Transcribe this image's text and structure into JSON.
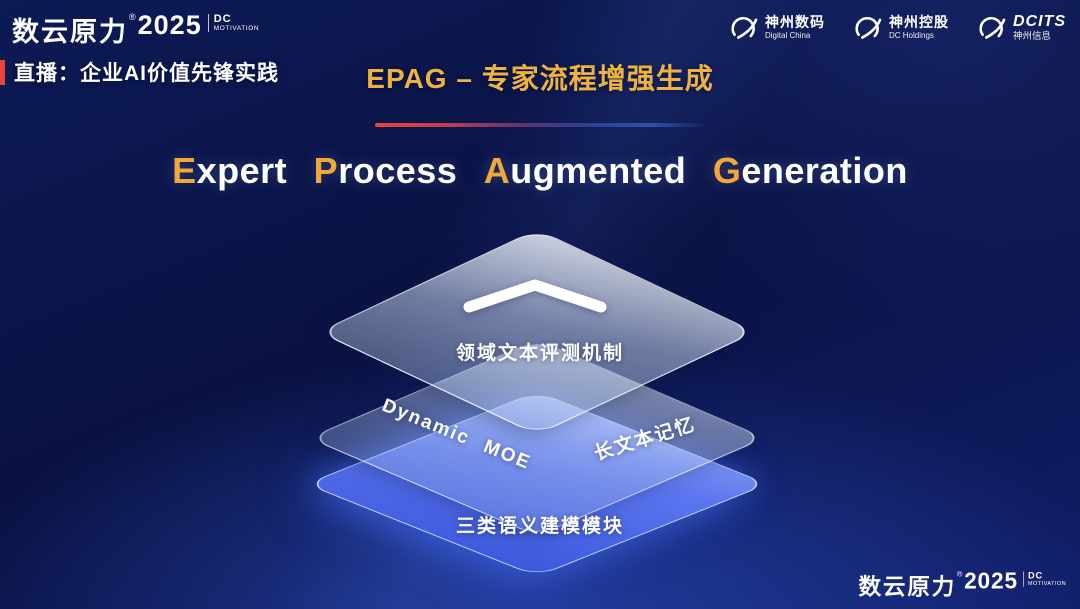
{
  "brand": {
    "name": "数云原力",
    "reg": "®",
    "year": "2025",
    "line1": "DC",
    "line2": "MOTIVATION"
  },
  "header": {
    "live_label": "直播：企业AI价值先锋实践",
    "slide_title": "EPAG – 专家流程增强生成",
    "partners": [
      {
        "cn": "神州数码",
        "en": "Digital China"
      },
      {
        "cn": "神州控股",
        "en": "DC Holdings"
      },
      {
        "cn": "DCITS",
        "en": "神州信息"
      }
    ]
  },
  "main": {
    "heading_words": [
      {
        "first": "E",
        "rest": "xpert"
      },
      {
        "first": "P",
        "rest": "rocess"
      },
      {
        "first": "A",
        "rest": "ugmented"
      },
      {
        "first": "G",
        "rest": "eneration"
      }
    ],
    "stack": {
      "top_label": "领域文本评测机制",
      "middle_left_label": "Dynamic MOE",
      "middle_right_label": "长文本记忆",
      "bottom_label": "三类语义建模模块"
    }
  },
  "colors": {
    "gold": "#f0a838",
    "title_gold": "#eeb33e",
    "accent_red": "#e8443a",
    "layer_blue": "#4a66e8",
    "background_navy": "#0a1242"
  }
}
